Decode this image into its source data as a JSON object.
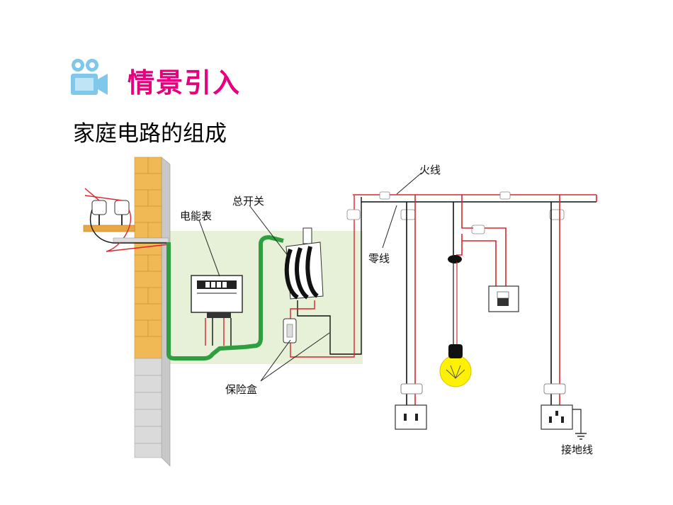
{
  "header": {
    "title": "情景引入",
    "subtitle": "家庭电路的组成",
    "icon": "camera-icon"
  },
  "diagram": {
    "labels": {
      "live_wire": "火线",
      "total_switch": "总开关",
      "meter": "电能表",
      "neutral_wire": "零线",
      "fuse_box": "保险盒",
      "ground_wire": "接地线"
    }
  },
  "colors": {
    "title": "#e6007e",
    "live": "#d8262e",
    "neutral": "#1a1a1a",
    "service": "#2e9e3e",
    "panel_bg": "#e6f1d8",
    "brick": "#f1b956",
    "icon": "#7fc8ec"
  }
}
